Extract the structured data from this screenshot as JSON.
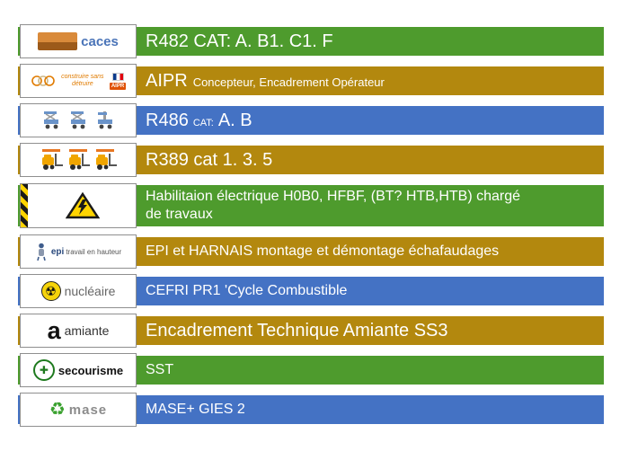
{
  "colors": {
    "green": "#4e9b2d",
    "gold": "#b3880e",
    "blue": "#4472c4",
    "hazard_yellow": "#ffd400",
    "caces_blue": "#4a74b8",
    "csd_orange": "#e07b00"
  },
  "icons": {
    "radioactive": "☢",
    "medical_cross": "✚",
    "recycle": "♻"
  },
  "rows": [
    {
      "id": "caces",
      "color": "green",
      "logo_label": "caces",
      "title": "R482 CAT: A. B1. C1. F"
    },
    {
      "id": "aipr",
      "color": "gold",
      "logo_label": "construire sans détruire",
      "logo_badge": "AIPR",
      "title": "AIPR",
      "subtitle": "Concepteur, Encadrement Opérateur"
    },
    {
      "id": "r486",
      "color": "blue",
      "title": "R486",
      "mid": "CAT:",
      "title2": "A. B"
    },
    {
      "id": "r389",
      "color": "gold",
      "title": "R389 cat 1. 3. 5"
    },
    {
      "id": "electrique",
      "color": "green",
      "title": "Habilitaion électrique H0B0, HFBF, (BT? HTB,HTB) chargé",
      "title2": "de travaux"
    },
    {
      "id": "epi",
      "color": "gold",
      "logo_label": "epi",
      "logo_sublabel": "travail en hauteur",
      "title": "EPI et HARNAIS montage et démontage échafaudages"
    },
    {
      "id": "nucleaire",
      "color": "blue",
      "logo_label": "nucléaire",
      "title": "CEFRI PR1 'Cycle Combustible"
    },
    {
      "id": "amiante",
      "color": "gold",
      "logo_glyph": "a",
      "logo_label": "amiante",
      "title": "Encadrement Technique Amiante SS3"
    },
    {
      "id": "secourisme",
      "color": "green",
      "logo_label": "secourisme",
      "title": "SST"
    },
    {
      "id": "mase",
      "color": "blue",
      "logo_label": "mase",
      "title": "MASE+ GIES 2"
    }
  ]
}
